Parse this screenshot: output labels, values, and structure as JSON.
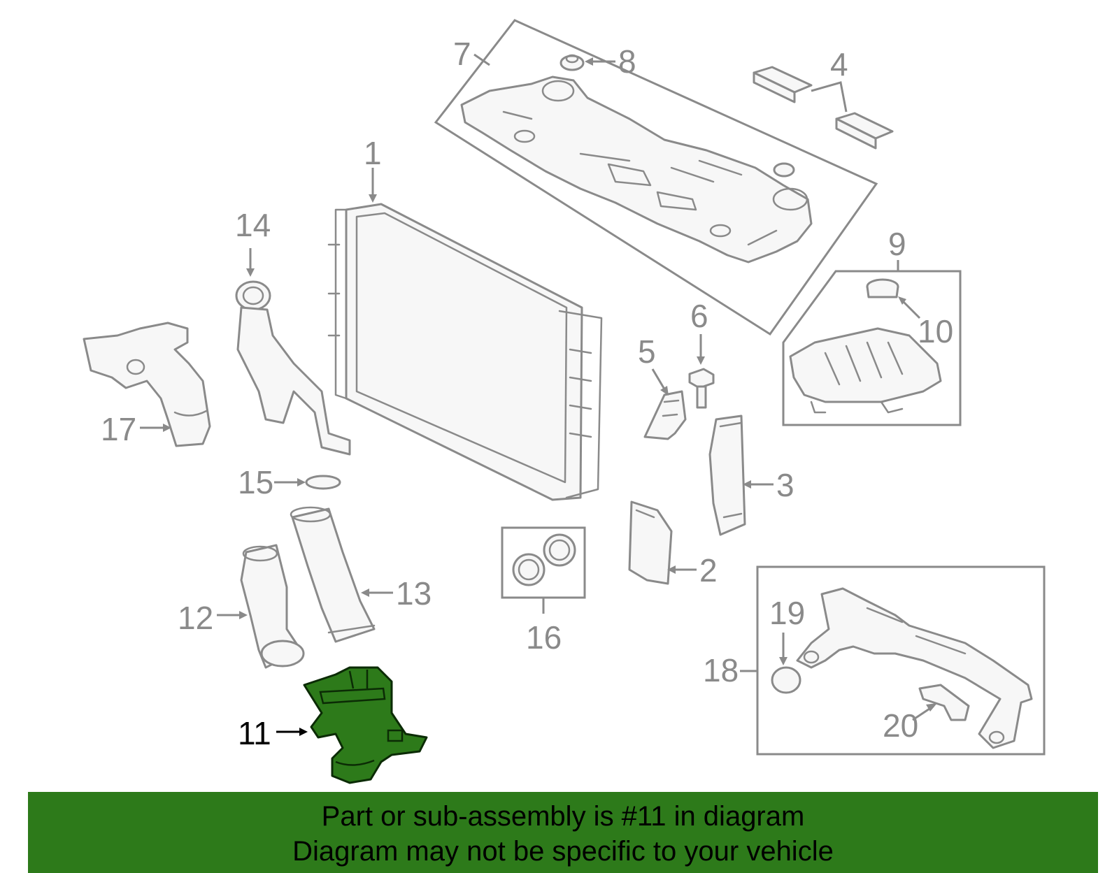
{
  "labels": {
    "p1": "1",
    "p2": "2",
    "p3": "3",
    "p4": "4",
    "p5": "5",
    "p6": "6",
    "p7": "7",
    "p8": "8",
    "p9": "9",
    "p10": "10",
    "p11": "11",
    "p12": "12",
    "p13": "13",
    "p14": "14",
    "p15": "15",
    "p16": "16",
    "p17": "17",
    "p18": "18",
    "p19": "19",
    "p20": "20"
  },
  "highlight": {
    "part": "11",
    "color": "#2d7a1a"
  },
  "colors": {
    "outline": "#8a8a8a",
    "banner": "#2d7a1a",
    "text": "#000000"
  },
  "banner": {
    "line1": "Part or sub-assembly is #11 in diagram",
    "line2": "Diagram may not be specific to your vehicle"
  }
}
